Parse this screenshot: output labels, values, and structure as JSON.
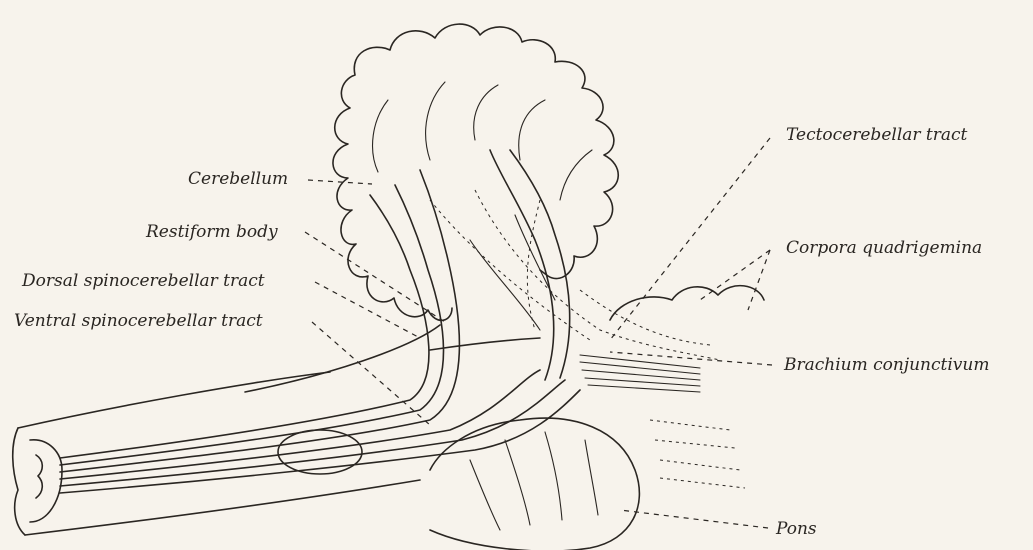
{
  "labels": {
    "cerebellum": "Cerebellum",
    "restiform_body": "Restiform body",
    "dorsal_tract": "Dorsal spinocerebellar tract",
    "ventral_tract": "Ventral spinocerebellar tract",
    "tectocerebellar_tract": "Tectocerebellar tract",
    "corpora_quadrigemina": "Corpora quadrigemina",
    "brachium_conjunctivum": "Brachium conjunctivum",
    "pons": "Pons"
  },
  "colors": {
    "paper": "#f7f3ec",
    "ink": "#2a2622"
  }
}
